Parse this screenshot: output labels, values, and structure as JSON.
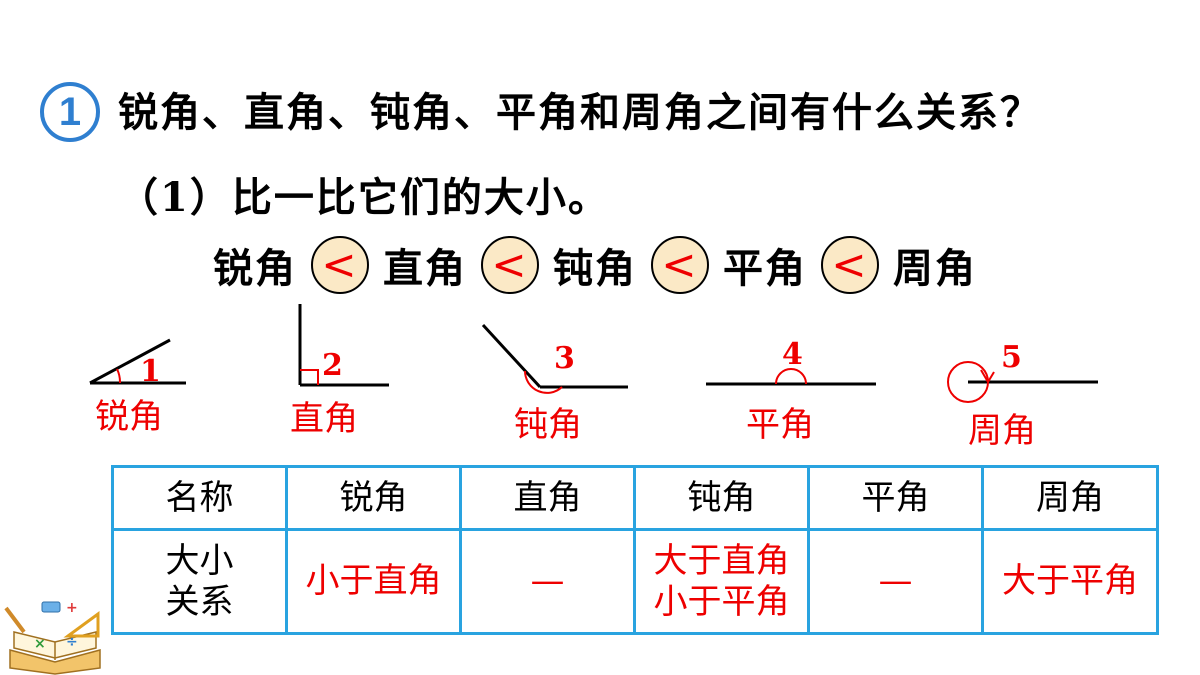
{
  "badge": "1",
  "question": "锐角、直角、钝角、平角和周角之间有什么关系？",
  "sub_question": "（1）比一比它们的大小。",
  "compare": {
    "items": [
      "锐角",
      "直角",
      "钝角",
      "平角",
      "周角"
    ],
    "symbol": "<"
  },
  "figures": [
    {
      "number": "1",
      "name": "锐角"
    },
    {
      "number": "2",
      "name": "直角"
    },
    {
      "number": "3",
      "name": "钝角"
    },
    {
      "number": "4",
      "name": "平角"
    },
    {
      "number": "5",
      "name": "周角"
    }
  ],
  "table": {
    "headers": [
      "名称",
      "锐角",
      "直角",
      "钝角",
      "平角",
      "周角"
    ],
    "row_label_line1": "大小",
    "row_label_line2": "关系",
    "cells": {
      "acute": "小于直角",
      "right": "—",
      "obtuse_line1": "大于直角",
      "obtuse_line2": "小于平角",
      "straight": "—",
      "full": "大于平角"
    }
  },
  "colors": {
    "accent": "#2f7fd0",
    "highlight": "#e00000",
    "table_border": "#29a3e0",
    "symbol_bg": "#fbe9c6"
  }
}
